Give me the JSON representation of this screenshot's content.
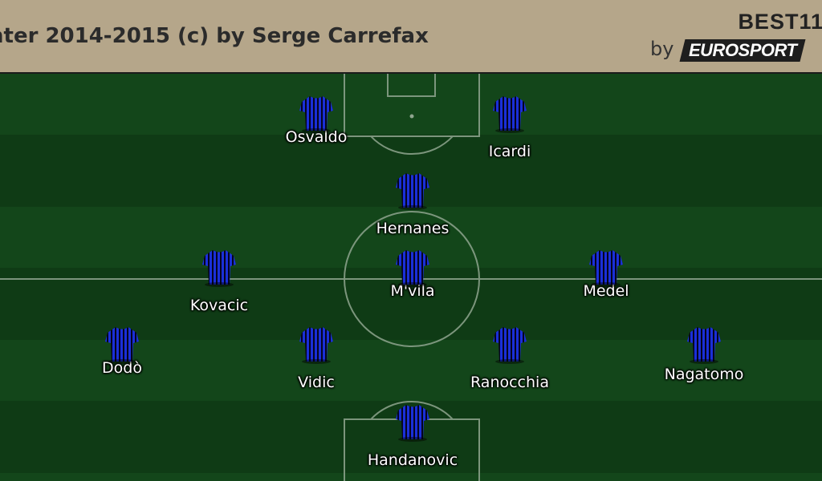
{
  "header": {
    "title": "nter 2014-2015 (c)  by Serge Carrefax",
    "brand_name": "BEST11",
    "brand_by": "by",
    "brand_logo": "EUROSPORT"
  },
  "colors": {
    "header_bg": "#b5a68a",
    "pitch_light": "#13461a",
    "pitch_dark": "#0f3b15",
    "kit_blue": "#1a2fd8",
    "kit_black": "#050520"
  },
  "players": [
    {
      "name": "Osvaldo"
    },
    {
      "name": "Icardi"
    },
    {
      "name": "Hernanes"
    },
    {
      "name": "Kovacic"
    },
    {
      "name": "M'vila"
    },
    {
      "name": "Medel"
    },
    {
      "name": "Dodò"
    },
    {
      "name": "Vidic"
    },
    {
      "name": "Ranocchia"
    },
    {
      "name": "Nagatomo"
    },
    {
      "name": "Handanovic"
    }
  ]
}
